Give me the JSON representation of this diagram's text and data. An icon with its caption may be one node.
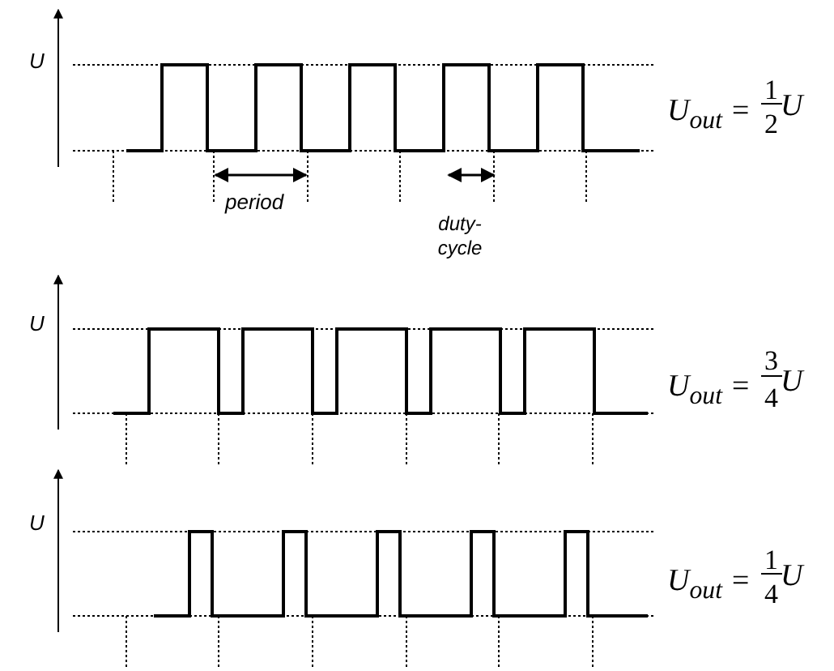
{
  "diagram": {
    "labels": [
      "U",
      "U$_{out}$ =",
      "1",
      "2",
      "U",
      "period",
      "duty-cycle",
      "U",
      "U$_{out}$ =",
      "3",
      "4",
      "U",
      "U",
      "U$_{out}$ =",
      "1",
      "4",
      "U"
    ]
  }
}
